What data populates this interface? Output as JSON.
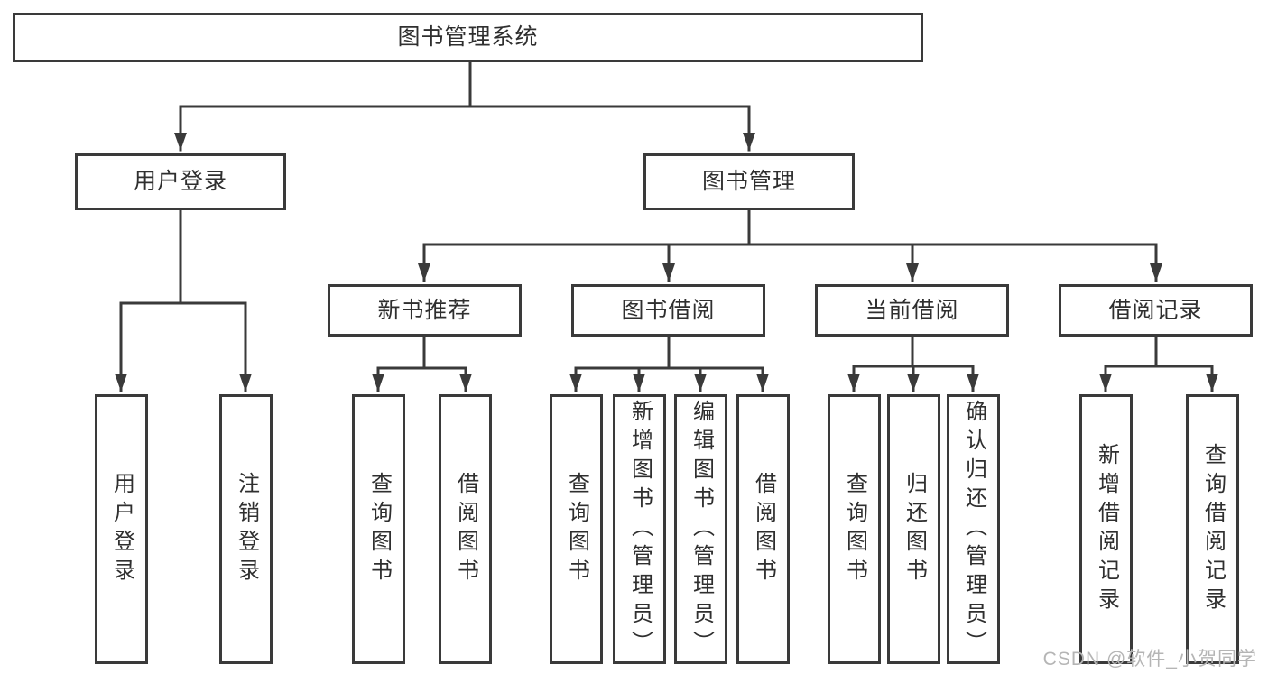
{
  "root": {
    "label": "图书管理系统"
  },
  "level2": {
    "user_login": {
      "label": "用户登录"
    },
    "book_mgmt": {
      "label": "图书管理"
    }
  },
  "level3": {
    "new_book": {
      "label": "新书推荐"
    },
    "book_borrow": {
      "label": "图书借阅"
    },
    "current_borrow": {
      "label": "当前借阅"
    },
    "borrow_records": {
      "label": "借阅记录"
    }
  },
  "leaves": {
    "user_login_leaf": "用户登录",
    "logout": "注销登录",
    "nb_query_book": "查询图书",
    "nb_borrow_book": "借阅图书",
    "bb_query_book": "查询图书",
    "bb_add_book": "新增图书（管理员）",
    "bb_edit_book": "编辑图书（管理员）",
    "bb_borrow_book": "借阅图书",
    "cb_query_book": "查询图书",
    "cb_return_book": "归还图书",
    "cb_confirm_return": "确认归还（管理员）",
    "br_add_record": "新增借阅记录",
    "br_query_record": "查询借阅记录"
  },
  "watermark": "CSDN @软件_小贺同学",
  "colors": {
    "line": "#3a3a3a",
    "text": "#2f2f2f",
    "watermark": "#b5b5b5",
    "background": "#ffffff"
  }
}
